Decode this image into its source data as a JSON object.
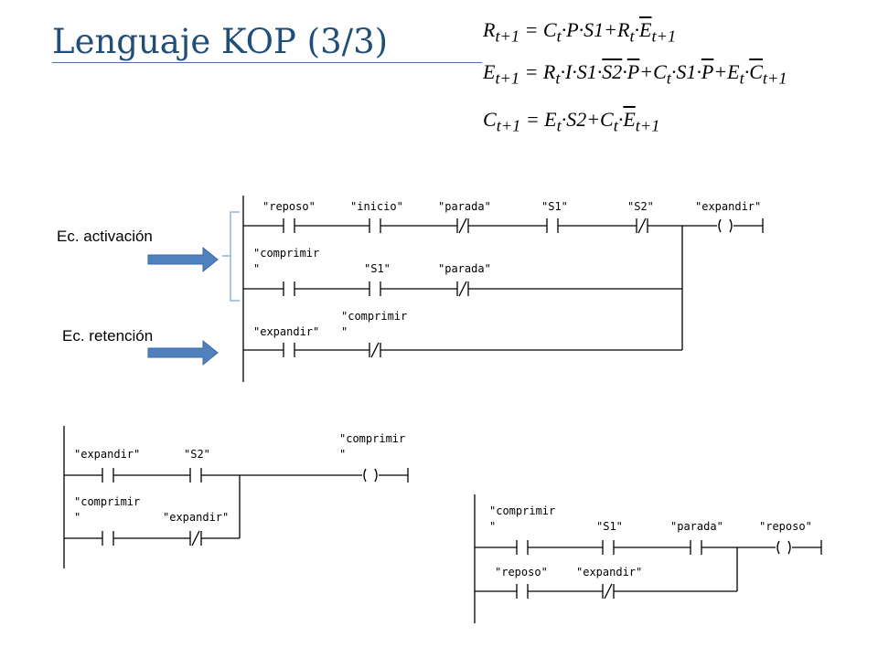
{
  "title": "Lenguaje KOP (3/3)",
  "equations": [
    "R(t+1) = C(t)·P·S1 + R(t)·Ē(t+1)",
    "E(t+1) = R(t)·I·S1·S̄2·P̄ + C(t)·S1·P̄ + E(t)·C̄(t+1)",
    "C(t+1) = E(t)·S2 + C(t)·Ē(t+1)"
  ],
  "side_labels": {
    "activation": "Ec. activación",
    "retention": "Ec. retención"
  },
  "arrow_color": "#4f81bd",
  "bracket_color": "#8eb4e3",
  "networks": [
    {
      "name": "network-expandir",
      "rungs": [
        [
          "\"reposo\"",
          "\"inicio\"",
          "\"parada\"",
          "\"S1\"",
          "\"S2\"",
          "\"expandir\""
        ],
        [
          "\"comprimir\n\"",
          "\"S1\"",
          "\"parada\""
        ],
        [
          "\"expandir\"",
          "\"comprimir\n\""
        ]
      ]
    },
    {
      "name": "network-comprimir",
      "rungs": [
        [
          "\"expandir\"",
          "\"S2\"",
          "\"comprimir\n\""
        ],
        [
          "\"comprimir\n\"",
          "\"expandir\""
        ]
      ]
    },
    {
      "name": "network-reposo",
      "rungs": [
        [
          "\"comprimir\n\"",
          "\"S1\"",
          "\"parada\"",
          "\"reposo\""
        ],
        [
          "\"reposo\"",
          "\"expandir\""
        ]
      ]
    }
  ]
}
